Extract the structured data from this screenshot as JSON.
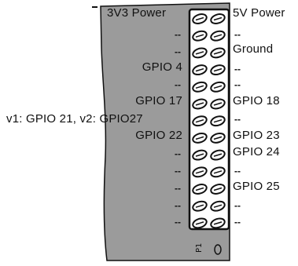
{
  "header": {
    "left_title": "3V3 Power",
    "right_title": "5V Power"
  },
  "left_labels": {
    "gpio4": "GPIO 4",
    "gpio17": "GPIO 17",
    "variant": "v1: GPIO 21, v2: GPIO27",
    "gpio22": "GPIO 22"
  },
  "right_labels": {
    "ground": "Ground",
    "gpio18": "GPIO 18",
    "gpio23": "GPIO 23",
    "gpio24": "GPIO 24",
    "gpio25": "GPIO 25"
  },
  "placeholder": "--",
  "board_marking": "P1",
  "colors": {
    "board": "#9b9b9b",
    "outline": "#111111",
    "header": "#ffffff"
  }
}
